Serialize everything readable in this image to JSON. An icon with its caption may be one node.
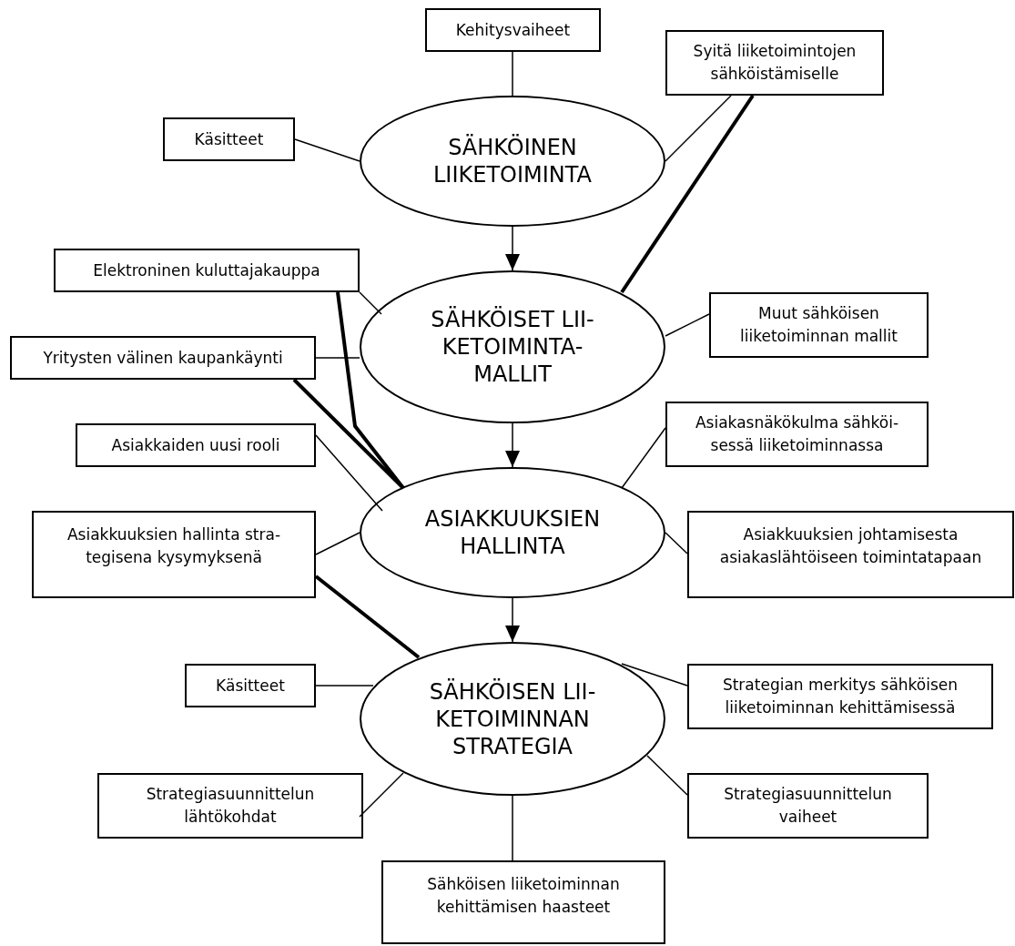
{
  "diagram": {
    "nodes": [
      {
        "text": [
          "Kehitysvaiheet"
        ]
      },
      {
        "text": [
          "Syitä liiketoimintojen sähköistämiselle"
        ]
      },
      {
        "text": [
          "Käsitteet"
        ]
      },
      {
        "text": [
          "SÄHKÖINEN LIIKETOIMINTA"
        ]
      },
      {
        "text": [
          "Elektroninen kuluttajakauppa"
        ]
      },
      {
        "text": [
          "SÄHKÖISET LII- KETOIMINTA- MALLIT"
        ]
      },
      {
        "text": [
          "Muut sähköisen liiketoiminnan mallit"
        ]
      },
      {
        "text": [
          "Yritysten välinen kaupankäynti"
        ]
      },
      {
        "text": [
          "Asiakkaiden uusi rooli"
        ]
      },
      {
        "text": [
          "Asiakasnäkökulma sähköi- sessä liiketoiminnassa"
        ]
      },
      {
        "text": [
          "ASIAKKUUKSIEN HALLINTA"
        ]
      },
      {
        "text": [
          "Asiakkuuksien hallinta stra- tegisena kysymyksenä"
        ]
      },
      {
        "text": [
          "Asiakkuuksien johtamisesta asiakaslähtöiseen toimintatapaan"
        ]
      },
      {
        "text": [
          "SÄHKÖISEN LII- KETOIMINNAN STRATEGIA"
        ]
      },
      {
        "text": [
          "Käsitteet"
        ]
      },
      {
        "text": [
          "Strategian merkitys sähköisen liiketoiminnan kehittämisessä"
        ]
      },
      {
        "text": [
          "Strategiasuunnittelun lähtökohdat"
        ]
      },
      {
        "text": [
          "Strategiasuunnittelun vaiheet"
        ]
      },
      {
        "text": [
          "Sähköisen liiketoiminnan kehittämisen haasteet"
        ]
      }
    ],
    "edges": [
      {
        "from": 0,
        "to": 3,
        "arrow": "none"
      },
      {
        "from": 2,
        "to": 3,
        "arrow": "none"
      },
      {
        "from": 1,
        "to": 3,
        "arrow": "none"
      },
      {
        "from": 1,
        "to": 5,
        "arrow": "none",
        "style": "thick"
      },
      {
        "from": 3,
        "to": 5,
        "arrow": "to"
      },
      {
        "from": 4,
        "to": 5,
        "arrow": "none"
      },
      {
        "from": 4,
        "to": 10,
        "arrow": "none",
        "style": "thick"
      },
      {
        "from": 6,
        "to": 5,
        "arrow": "none"
      },
      {
        "from": 7,
        "to": 5,
        "arrow": "none"
      },
      {
        "from": 7,
        "to": 10,
        "arrow": "none",
        "style": "thick"
      },
      {
        "from": 5,
        "to": 10,
        "arrow": "to"
      },
      {
        "from": 8,
        "to": 10,
        "arrow": "none"
      },
      {
        "from": 9,
        "to": 10,
        "arrow": "none"
      },
      {
        "from": 11,
        "to": 10,
        "arrow": "none"
      },
      {
        "from": 11,
        "to": 13,
        "arrow": "none",
        "style": "thick"
      },
      {
        "from": 12,
        "to": 10,
        "arrow": "none"
      },
      {
        "from": 10,
        "to": 13,
        "arrow": "to"
      },
      {
        "from": 14,
        "to": 13,
        "arrow": "none"
      },
      {
        "from": 15,
        "to": 13,
        "arrow": "none"
      },
      {
        "from": 16,
        "to": 13,
        "arrow": "none"
      },
      {
        "from": 17,
        "to": 13,
        "arrow": "none"
      },
      {
        "from": 13,
        "to": 18,
        "arrow": "none"
      }
    ]
  }
}
